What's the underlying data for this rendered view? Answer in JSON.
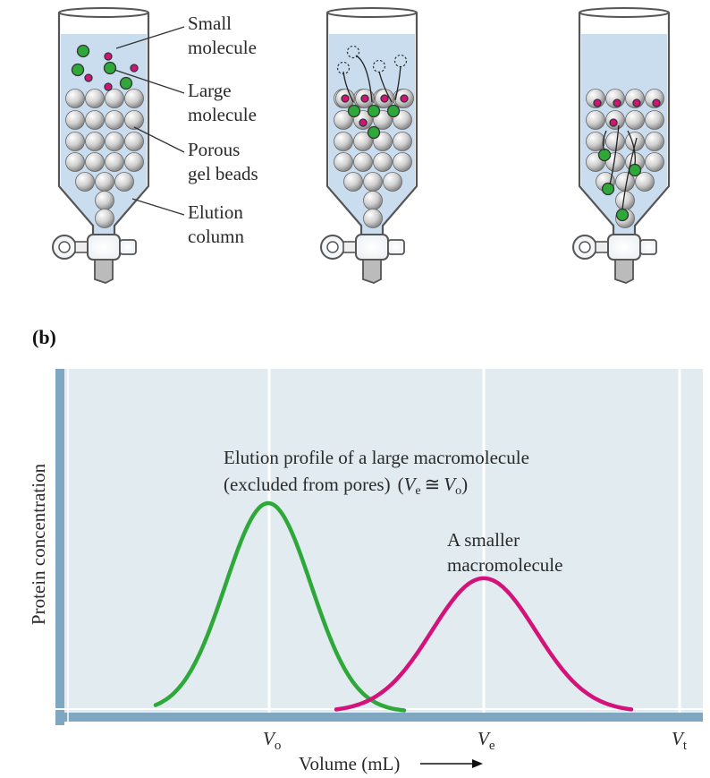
{
  "labels": {
    "small_molecule": [
      "Small",
      "molecule"
    ],
    "large_molecule": [
      "Large",
      "molecule"
    ],
    "porous_beads": [
      "Porous",
      "gel beads"
    ],
    "elution_column": [
      "Elution",
      "column"
    ]
  },
  "panel_b": {
    "tag": "(b)",
    "annotation_large": [
      "Elution profile of a large macromolecule",
      "(excluded from pores)"
    ],
    "annotation_large_eq": {
      "ve": "V",
      "ve_sub": "e",
      "approx": "≅",
      "vo": "V",
      "vo_sub": "o"
    },
    "annotation_small": [
      "A smaller",
      "macromolecule"
    ],
    "ylabel": "Protein concentration",
    "xlabel": "Volume (mL)",
    "arrow": "⟶",
    "ticks": [
      {
        "sym": "V",
        "sub": "o"
      },
      {
        "sym": "V",
        "sub": "e"
      },
      {
        "sym": "V",
        "sub": "t"
      }
    ]
  },
  "colors": {
    "green": "#2fa83a",
    "magenta": "#d3137a",
    "plot_bg": "#e2ebf0",
    "axis": "#7fa7c2",
    "liquid": "#c9ddef",
    "bead": "#d8d8d8"
  },
  "chart_data": {
    "type": "line",
    "x_markers": [
      "Vo",
      "Ve",
      "Vt"
    ],
    "series": [
      {
        "peak_at": "Vo",
        "relative_height": 1.0
      },
      {
        "peak_at": "Ve",
        "relative_height": 0.64
      }
    ]
  }
}
